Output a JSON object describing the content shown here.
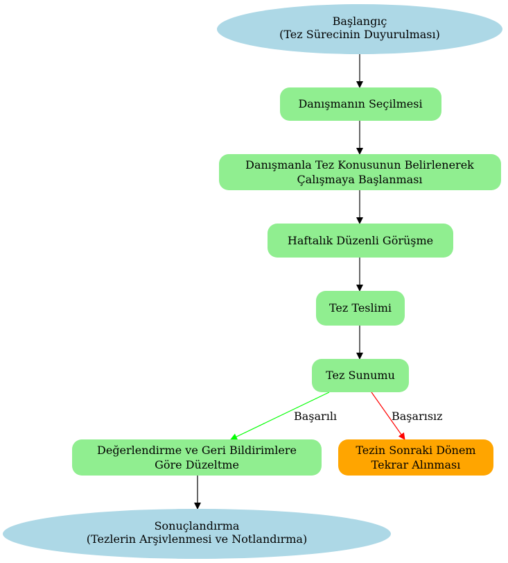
{
  "colors": {
    "ellipse_fill": "#add8e6",
    "process_fill": "#90ee90",
    "alternate_fill": "#ffa500",
    "default_edge": "#000000",
    "success_edge": "#00ff00",
    "failure_edge": "#ff0000"
  },
  "nodes": {
    "start": {
      "line1": "Başlangıç",
      "line2": "(Tez Sürecinin Duyurulması)"
    },
    "advisor": {
      "line1": "Danışmanın Seçilmesi"
    },
    "topic": {
      "line1": "Danışmanla Tez Konusunun Belirlenerek",
      "line2": "Çalışmaya Başlanması"
    },
    "weekly": {
      "line1": "Haftalık Düzenli Görüşme"
    },
    "submission": {
      "line1": "Tez Teslimi"
    },
    "presentation": {
      "line1": "Tez Sunumu"
    },
    "revision": {
      "line1": "Değerlendirme ve Geri Bildirimlere",
      "line2": "Göre Düzeltme"
    },
    "retake": {
      "line1": "Tezin Sonraki Dönem",
      "line2": "Tekrar Alınması"
    },
    "end": {
      "line1": "Sonuçlandırma",
      "line2": "(Tezlerin Arşivlenmesi ve Notlandırma)"
    }
  },
  "edges": {
    "success_label": "Başarılı",
    "failure_label": "Başarısız"
  }
}
